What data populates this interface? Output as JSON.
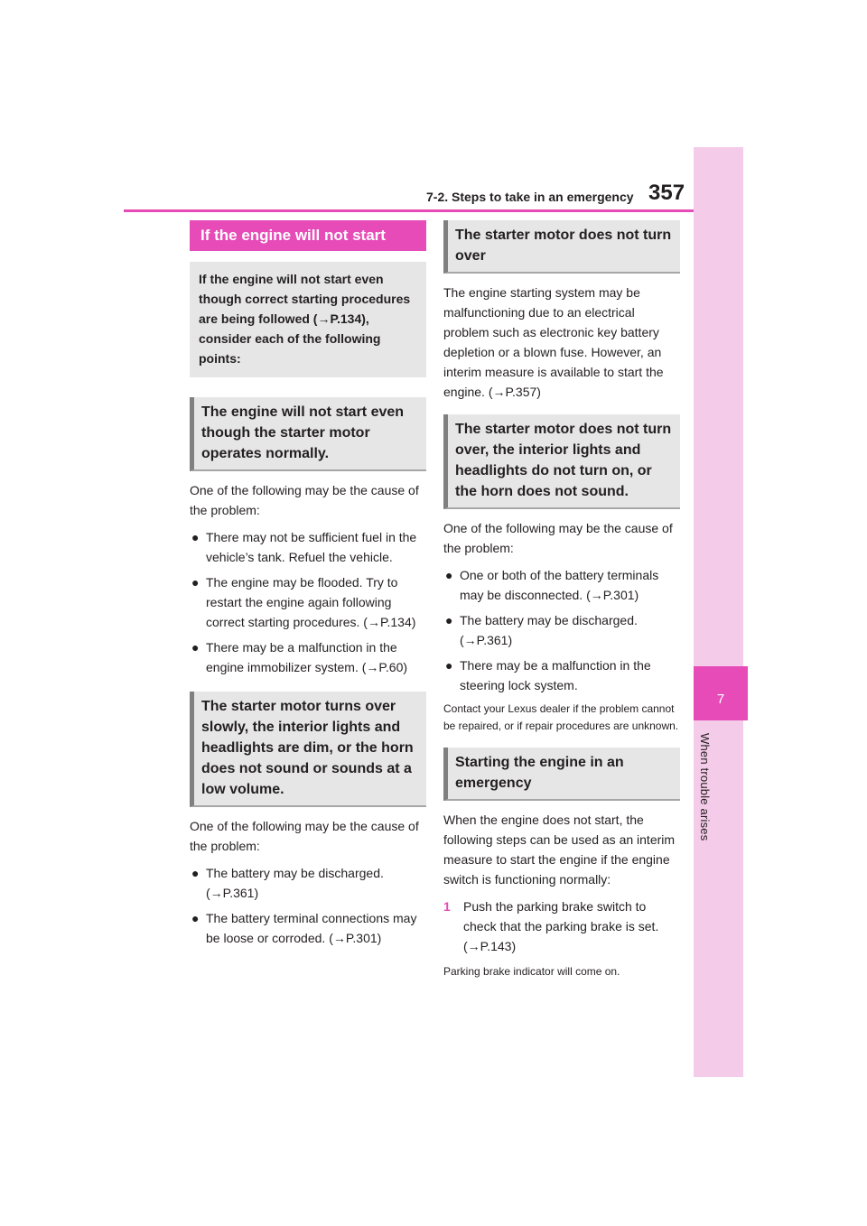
{
  "header": {
    "section": "7-2. Steps to take in an emergency",
    "page_number": "357"
  },
  "side_tab": {
    "chapter": "7",
    "label": "When trouble arises"
  },
  "left": {
    "main_heading": "If the engine will not start",
    "intro": "If the engine will not start even though correct starting procedures are being followed (→P.134), consider each of the following points:",
    "sec1": {
      "heading": "The engine will not start even though the starter motor operates normally.",
      "lead": "One of the following may be the cause of the problem:",
      "bullets": [
        "There may not be sufficient fuel in the vehicle’s tank. Refuel the vehicle.",
        "The engine may be flooded. Try to restart the engine again following correct starting procedures. (→P.134)",
        "There may be a malfunction in the engine immobilizer system. (→P.60)"
      ]
    },
    "sec2": {
      "heading": "The starter motor turns over slowly, the interior lights and headlights are dim, or the horn does not sound or sounds at a low volume.",
      "lead": "One of the following may be the cause of the problem:",
      "bullets": [
        "The battery may be discharged. (→P.361)",
        "The battery terminal connections may be loose or corroded. (→P.301)"
      ]
    }
  },
  "right": {
    "sec3": {
      "heading": "The starter motor does not turn over",
      "body": "The engine starting system may be malfunctioning due to an electrical problem such as electronic key battery depletion or a blown fuse. However, an interim measure is available to start the engine. (→P.357)"
    },
    "sec4": {
      "heading": "The starter motor does not turn over, the interior lights and headlights do not turn on, or the horn does not sound.",
      "lead": "One of the following may be the cause of the problem:",
      "bullets": [
        "One or both of the battery terminals may be disconnected. (→P.301)",
        "The battery may be discharged. (→P.361)",
        "There may be a malfunction in the steering lock system."
      ],
      "note": "Contact your Lexus dealer if the problem cannot be repaired, or if repair procedures are unknown."
    },
    "sec5": {
      "heading": "Starting the engine in an emergency",
      "body": "When the engine does not start, the following steps can be used as an interim measure to start the engine if the engine switch is functioning normally:",
      "steps": [
        {
          "num": "1",
          "text": "Push the parking brake switch to check that the parking brake is set. (→P.143)"
        }
      ],
      "note": "Parking brake indicator will come on."
    }
  }
}
